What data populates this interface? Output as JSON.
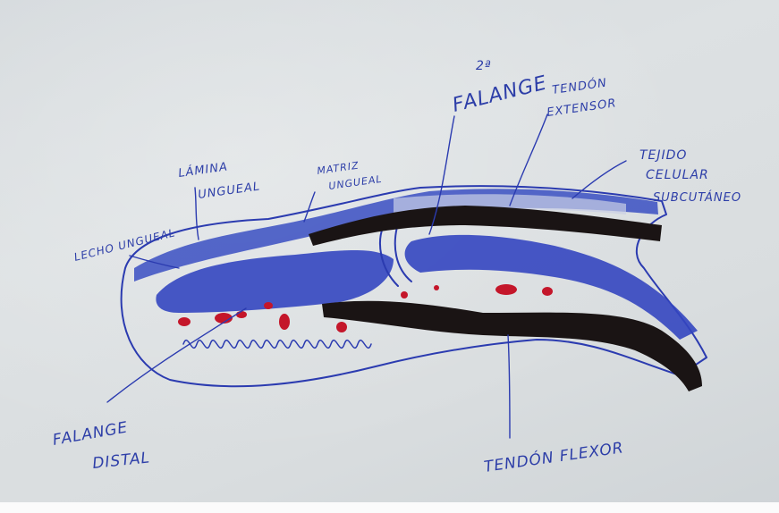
{
  "photo": {
    "subject": "hand-drawn finger anatomy sketch",
    "ink_color": "#2b3bb0",
    "tendon_color": "#1a1414",
    "vessel_color": "#c4162a",
    "paper_color": "#d8dcde"
  },
  "labels": {
    "second_phalanx_number": "2ª",
    "second_phalanx": "FALANGE",
    "extensor_tendon_line1": "TENDÓN",
    "extensor_tendon_line2": "EXTENSOR",
    "subcutaneous_line1": "TEJIDO",
    "subcutaneous_line2": "CELULAR",
    "subcutaneous_line3": "SUBCUTÁNEO",
    "nail_plate_line1": "LÁMINA",
    "nail_plate_line2": "UNGUEAL",
    "nail_matrix_line1": "MATRIZ",
    "nail_matrix_line2": "UNGUEAL",
    "nail_bed": "LECHO UNGUEAL",
    "distal_phalanx_line1": "FALANGE",
    "distal_phalanx_line2": "DISTAL",
    "flexor_tendon": "TENDÓN FLEXOR"
  }
}
